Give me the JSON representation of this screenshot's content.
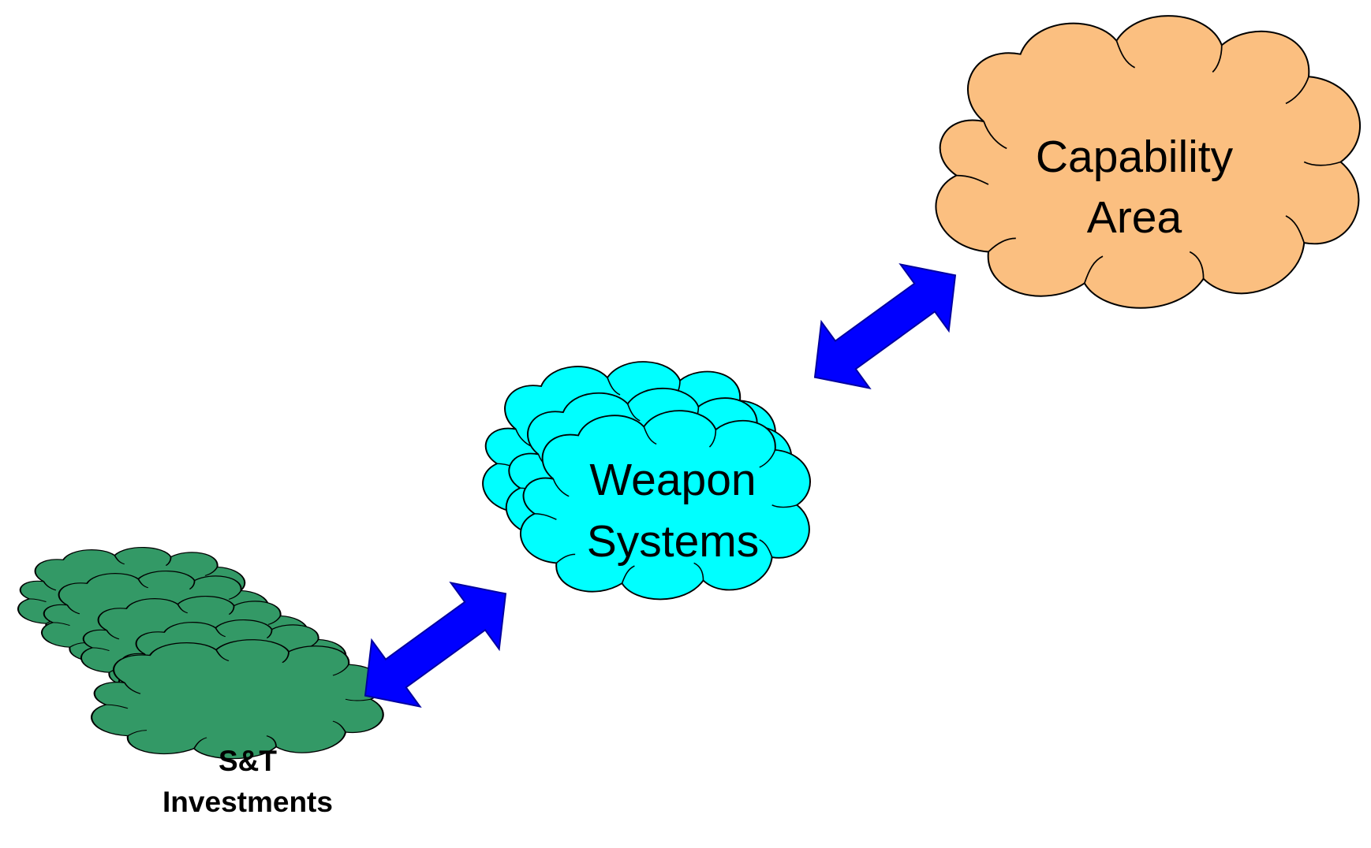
{
  "clouds": {
    "capability": {
      "lines": [
        "Capability",
        "Area"
      ],
      "fill": "#fbbf80",
      "text_color": "#000000"
    },
    "weapon": {
      "lines": [
        "Weapon",
        "Systems"
      ],
      "fill": "#00ffff",
      "text_color": "#000000"
    },
    "st": {
      "lines": [
        "S&T",
        "Investments"
      ],
      "fill": "#339966",
      "text_color": "#000000"
    }
  },
  "arrows": {
    "fill": "#0000ff",
    "direction": "bidirectional"
  },
  "colors": {
    "background": "#ffffff",
    "outline": "#000000"
  }
}
